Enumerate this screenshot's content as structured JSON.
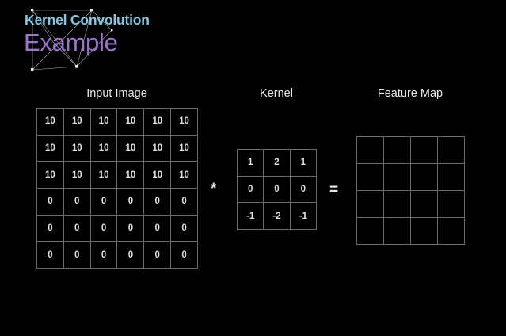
{
  "slide": {
    "background_color": "#000000",
    "title": "Kernel Convolution",
    "subtitle": "Example",
    "title_color": "#7ec8e3",
    "subtitle_color": "#9b72cf",
    "decoration": "network-graph-icon"
  },
  "panels": {
    "input": {
      "heading": "Input Image",
      "rows": 6,
      "cols": 6,
      "values": [
        [
          "10",
          "10",
          "10",
          "10",
          "10",
          "10"
        ],
        [
          "10",
          "10",
          "10",
          "10",
          "10",
          "10"
        ],
        [
          "10",
          "10",
          "10",
          "10",
          "10",
          "10"
        ],
        [
          "0",
          "0",
          "0",
          "0",
          "0",
          "0"
        ],
        [
          "0",
          "0",
          "0",
          "0",
          "0",
          "0"
        ],
        [
          "0",
          "0",
          "0",
          "0",
          "0",
          "0"
        ]
      ]
    },
    "kernel": {
      "heading": "Kernel",
      "rows": 3,
      "cols": 3,
      "values": [
        [
          "1",
          "2",
          "1"
        ],
        [
          "0",
          "0",
          "0"
        ],
        [
          "-1",
          "-2",
          "-1"
        ]
      ]
    },
    "feature_map": {
      "heading": "Feature Map",
      "rows": 4,
      "cols": 4,
      "values": [
        [
          "",
          "",
          "",
          ""
        ],
        [
          "",
          "",
          "",
          ""
        ],
        [
          "",
          "",
          "",
          ""
        ],
        [
          "",
          "",
          "",
          ""
        ]
      ]
    }
  },
  "operators": {
    "convolve": "*",
    "equals": "="
  },
  "colors": {
    "grid_line": "#6a6a6a",
    "cell_text": "#e2e2e2",
    "heading_text": "#e8e8e8"
  }
}
